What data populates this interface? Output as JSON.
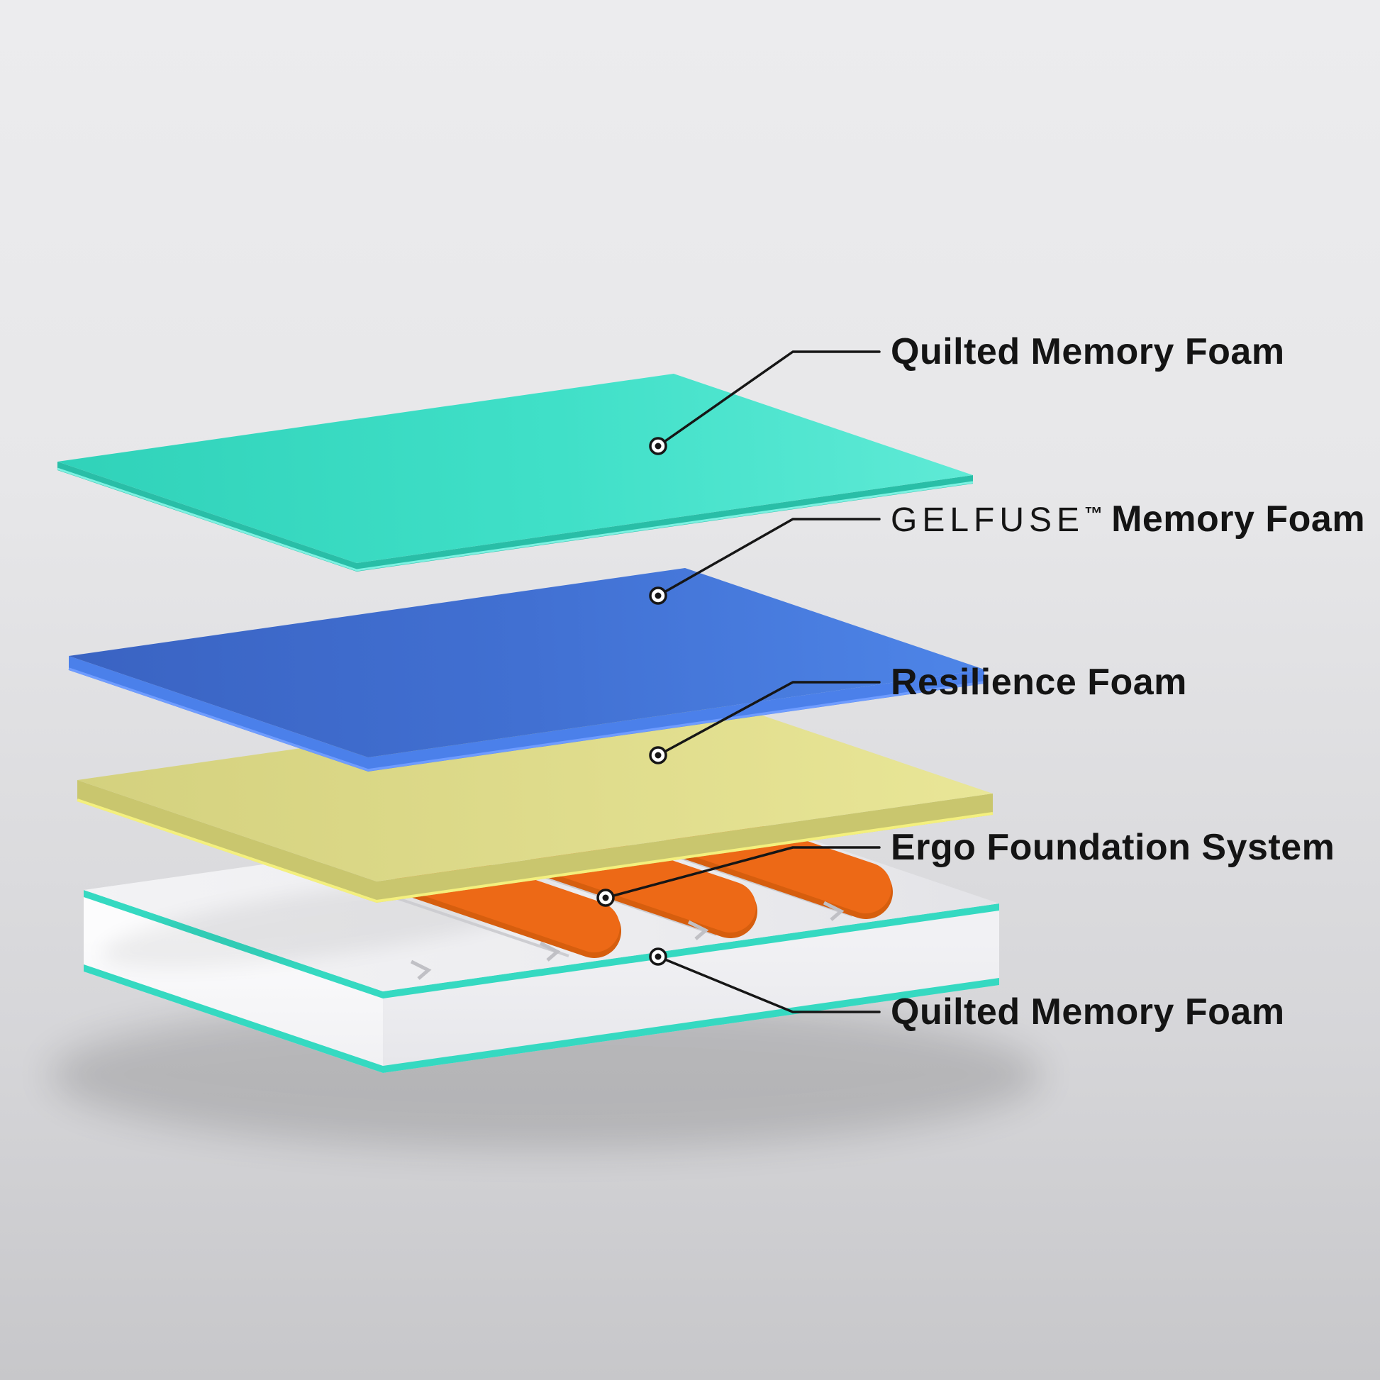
{
  "title": "Mattress layer exploded diagram",
  "background": {
    "top_color": "#ececee",
    "bottom_color": "#c7c7ca"
  },
  "callout": {
    "line_color": "#161616",
    "dot_fill": "#ffffff"
  },
  "labels": [
    {
      "text": "Quilted Memory Foam"
    },
    {
      "brand": "GELFUSE",
      "tm": "™",
      "text": "Memory Foam"
    },
    {
      "text": "Resilience Foam"
    },
    {
      "text": "Ergo Foundation System"
    },
    {
      "text": "Quilted Memory Foam"
    }
  ],
  "layers": [
    {
      "name": "Quilted Memory Foam (top sheet)",
      "top_color": "#3adcc3",
      "side_color": "#29bea7",
      "rim_color": "#7df2e2"
    },
    {
      "name": "GELFUSE Memory Foam",
      "top_color": "#4070d2",
      "side_color": "#4b80ea",
      "rim_color": "#6f9cff"
    },
    {
      "name": "Resilience Foam",
      "top_color": "#dedb8b",
      "side_color": "#c9c66e",
      "rim_color": "#f4f07e"
    },
    {
      "name": "Ergo Foundation System",
      "top_color": "#efeff2",
      "side_color": "#f6f6f8",
      "insert_color": "#ed6916",
      "trim_color": "#35d9c1",
      "groove_color": "#cdcdd1"
    },
    {
      "name": "Quilted Memory Foam (base trim)",
      "color": "#35d9c1"
    }
  ]
}
